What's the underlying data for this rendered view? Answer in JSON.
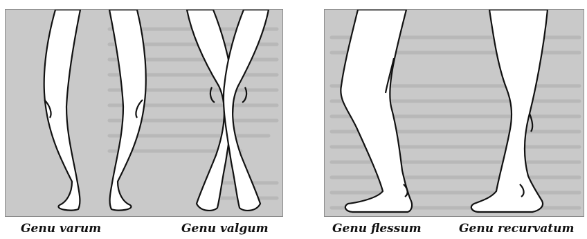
{
  "captions": {
    "genu_varum": "Genu varum",
    "genu_valgum": "Genu valgum",
    "genu_flessum": "Genu flessum",
    "genu_recurvatum": "Genu recurvatum"
  },
  "colors": {
    "panel_background": "#c9c9c9",
    "panel_border": "#8a8a8a",
    "leg_fill": "#ffffff",
    "outline": "#111111"
  }
}
